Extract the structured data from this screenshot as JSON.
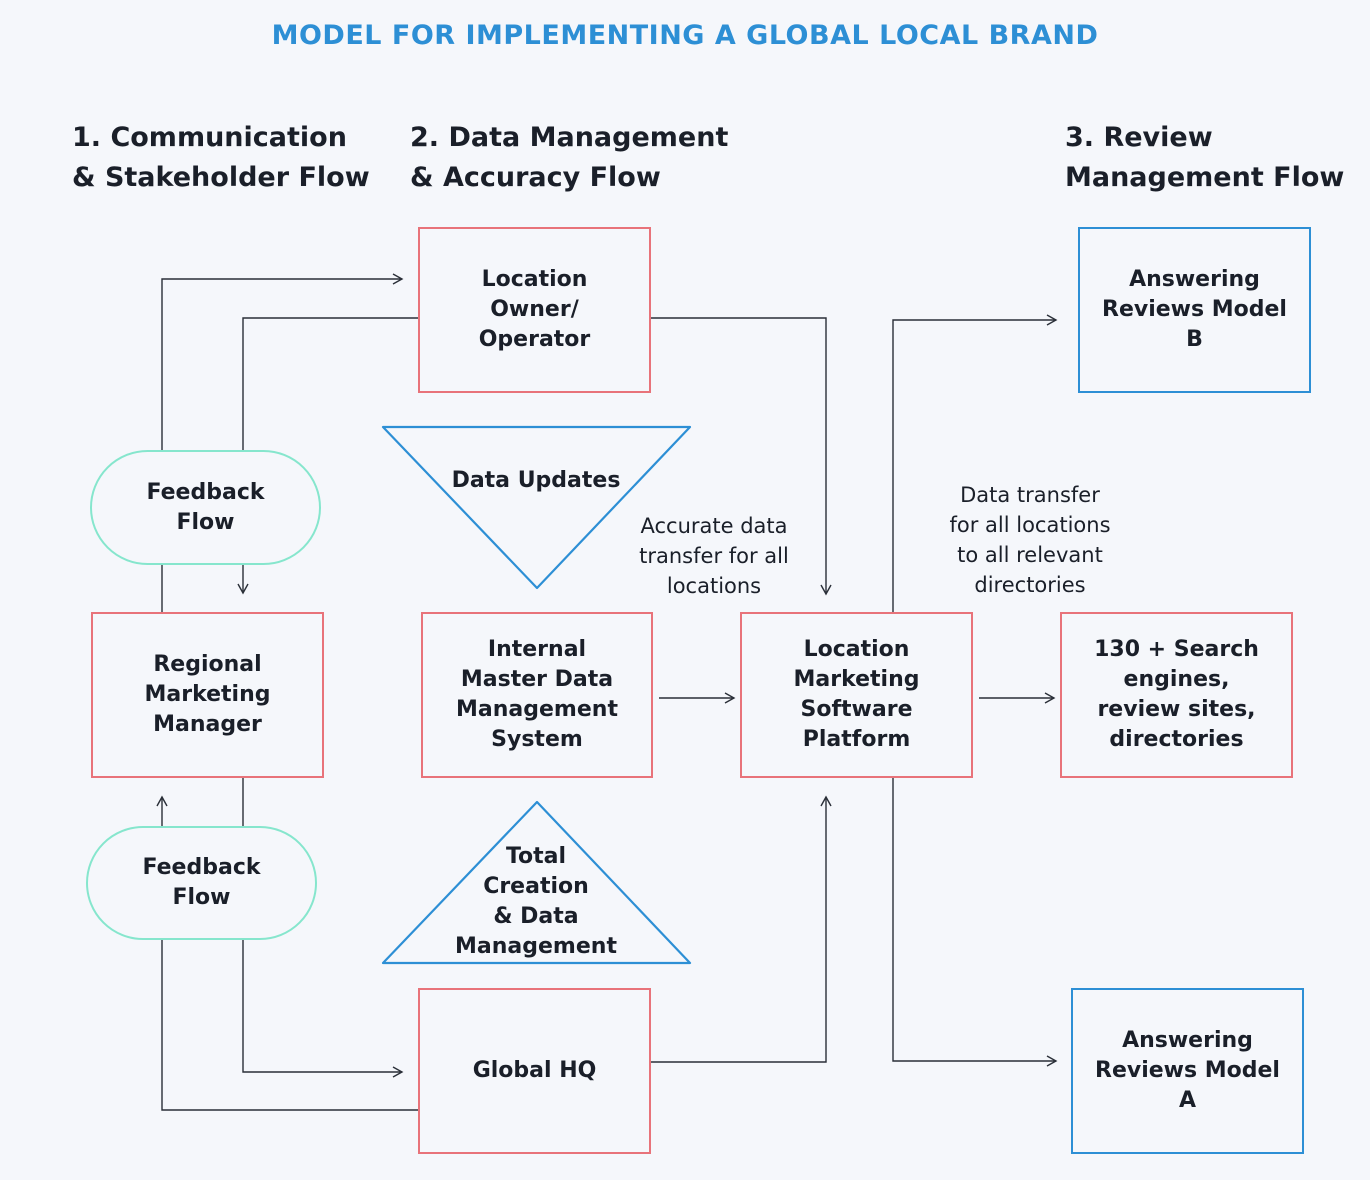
{
  "title": "MODEL FOR IMPLEMENTING A GLOBAL LOCAL BRAND",
  "columns": {
    "col1": "1. Communication\n& Stakeholder Flow",
    "col2": "2. Data Management\n& Accuracy Flow",
    "col3": "3. Review\nManagement Flow"
  },
  "nodes": {
    "location_owner": "Location\nOwner/\nOperator",
    "regional_manager": "Regional\nMarketing\nManager",
    "global_hq": "Global HQ",
    "internal_mdm": "Internal\nMaster Data\nManagement\nSystem",
    "lmsp": "Location\nMarketing\nSoftware\nPlatform",
    "search_engines": "130 + Search\nengines,\nreview sites,\ndirectories",
    "reviews_b": "Answering\nReviews Model\nB",
    "reviews_a": "Answering\nReviews Model\nA",
    "feedback_top": "Feedback\nFlow",
    "feedback_bottom": "Feedback\nFlow",
    "data_updates": "Data Updates",
    "total_creation": "Total\nCreation\n& Data\nManagement"
  },
  "notes": {
    "accurate_transfer": "Accurate data\ntransfer for all\nlocations",
    "data_transfer": "Data transfer\nfor all locations\nto all relevant\ndirectories"
  },
  "colors": {
    "title": "#2d8fd5",
    "box_border": "#e8737a",
    "review_border": "#2d8fd5",
    "pill_border": "#86e6cd",
    "triangle": "#2d8fd5",
    "connector": "#2a2f38"
  }
}
